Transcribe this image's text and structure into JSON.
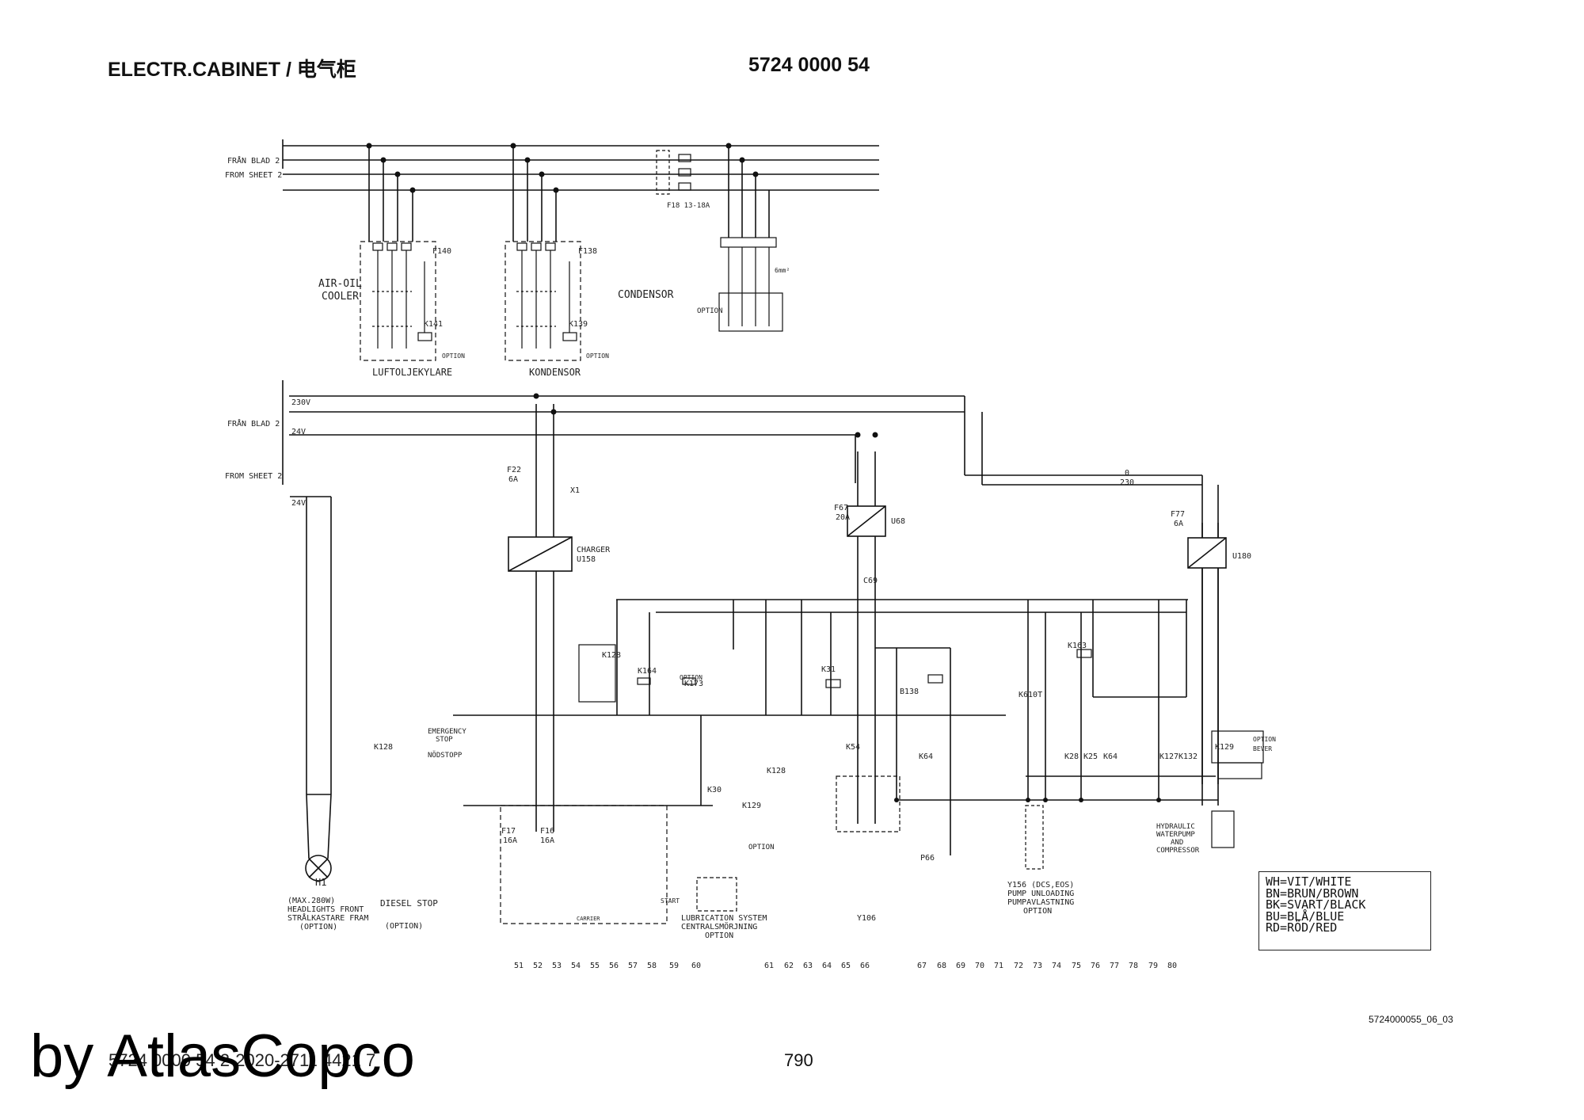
{
  "header": {
    "title_left": "ELECTR.CABINET / 电气柜",
    "title_right": "5724 0000 54"
  },
  "sheet_refs": {
    "fran_blad": "FRÅN BLAD 2",
    "from_sheet": "FROM SHEET 2"
  },
  "supply_labels": {
    "v230": "230V",
    "v24": "24V",
    "v24_b": "24V"
  },
  "top_section": {
    "air_oil_label": [
      "AIR-OIL",
      "COOLER"
    ],
    "air_oil_sub": "LUFTOLJEKYLARE",
    "condensor_label": "CONDENSOR",
    "condensor_sub": "KONDENSOR",
    "option": "OPTION",
    "components": [
      "F140",
      "K141",
      "F138",
      "K139",
      "F18 13-18A",
      "6mm²"
    ]
  },
  "components": {
    "f22": "F22",
    "f22_rating": "6A",
    "x1": "X1",
    "charger": "CHARGER",
    "u158": "U158",
    "f67": "F67",
    "f67_rating": "20A",
    "u68": "U68",
    "c69": "C69",
    "f77": "F77",
    "f77_rating": "6A",
    "u180": "U180",
    "k128": "K128",
    "k164": "K164",
    "k173": "K173",
    "k31": "K31",
    "b138": "B138",
    "k163": "K163",
    "k610t": "K610T",
    "k28": "K28",
    "k25": "K25",
    "k64": "K64",
    "k127": "K127",
    "k132": "K132",
    "k129": "K129",
    "k30": "K30",
    "k54": "K54",
    "f17": "F17",
    "f16": "F16",
    "f17_rating": "16A",
    "f16_rating": "16A",
    "p66": "P66",
    "y106": "Y106",
    "h1": "H1",
    "emergency": [
      "EMERGENCY",
      "STOP"
    ],
    "nodstopp": "NÖDSTOPP",
    "option_bever": [
      "OPTION",
      "BEVER"
    ],
    "option": "OPTION",
    "bus_0": "0",
    "bus_230": "230",
    "start": "START",
    "carrier": "CARRIER"
  },
  "captions": {
    "h1": [
      "(MAX.280W)",
      "HEADLIGHTS FRONT",
      "STRÅLKASTARE FRAM",
      "(OPTION)"
    ],
    "diesel": [
      "DIESEL STOP",
      "(OPTION)"
    ],
    "lubrication": [
      "LUBRICATION SYSTEM",
      "CENTRALSMÖRJNING",
      "OPTION"
    ],
    "y156": [
      "Y156 (DCS,EOS)",
      "PUMP UNLOADING",
      "PUMPAVLASTNING",
      "OPTION"
    ],
    "hydraulic": [
      "HYDRAULIC",
      "WATERPUMP",
      "AND",
      "COMPRESSOR"
    ]
  },
  "legend": [
    "WH=VIT/WHITE",
    "BN=BRUN/BROWN",
    "BK=SVART/BLACK",
    "BU=BLÅ/BLUE",
    "RD=RÖD/RED"
  ],
  "column_numbers": [
    "51",
    "52",
    "53",
    "54",
    "55",
    "56",
    "57",
    "58",
    "59",
    "60",
    "61",
    "62",
    "63",
    "64",
    "65",
    "66",
    "67",
    "68",
    "69",
    "70",
    "71",
    "72",
    "73",
    "74",
    "75",
    "76",
    "77",
    "78",
    "79",
    "80"
  ],
  "footer": {
    "reference": "5724000055_06_03",
    "page": "790",
    "doc_id": "5724 0000 54 2-2020-2711 4421 7",
    "watermark": "by AtlasCopco"
  }
}
